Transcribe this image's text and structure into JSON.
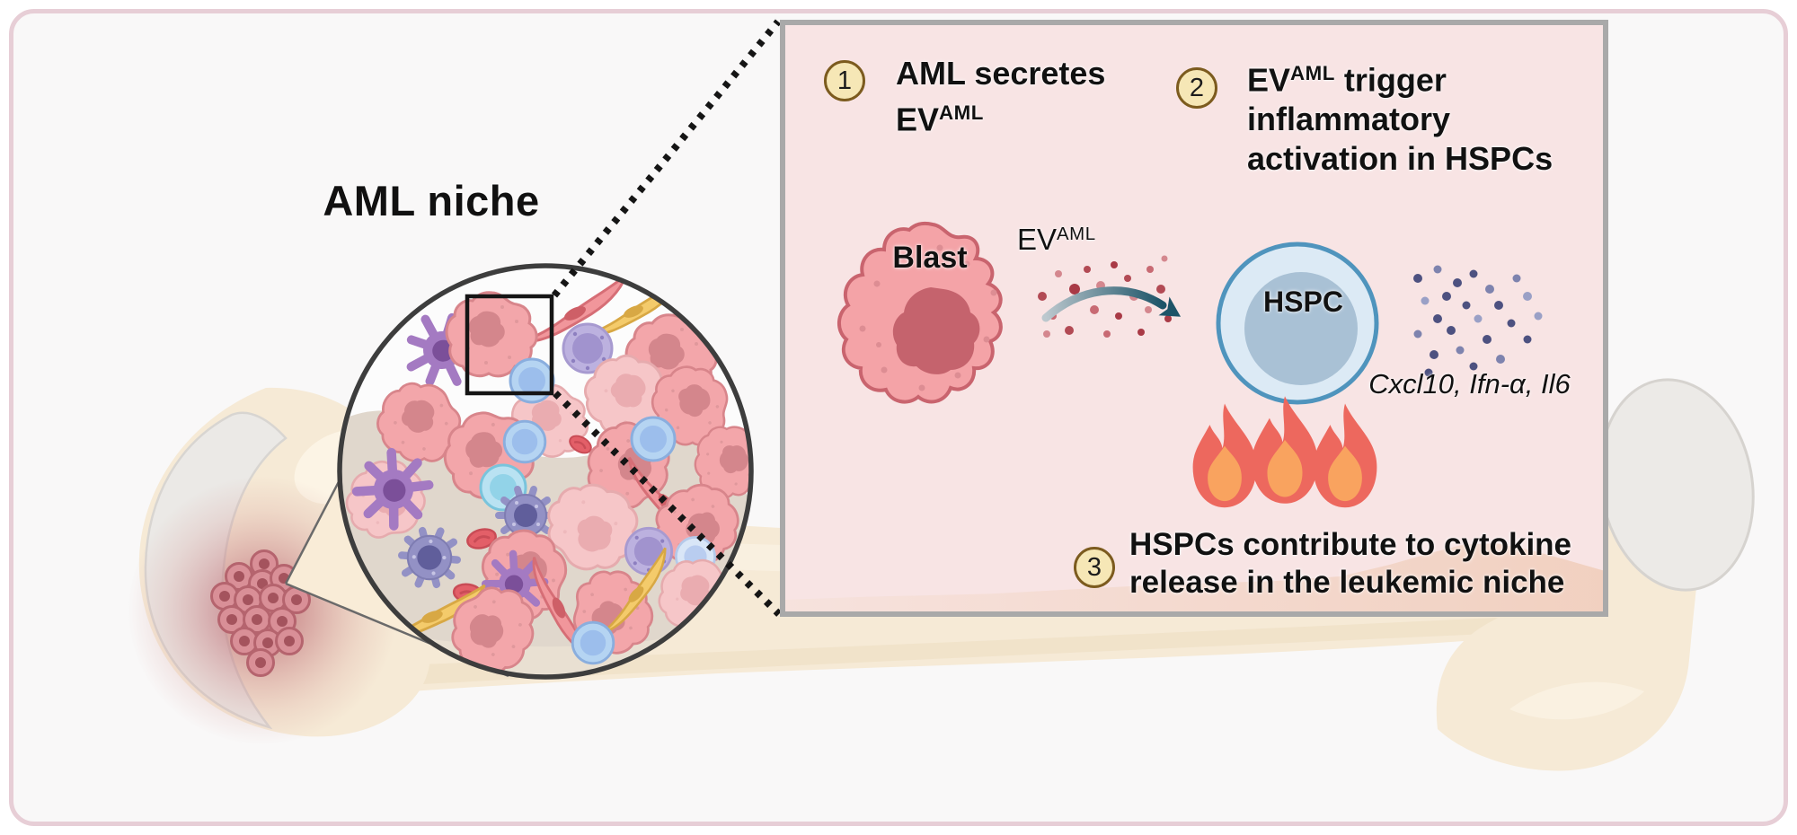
{
  "figure": {
    "title": "AML niche",
    "panel": {
      "steps": [
        {
          "number": "1",
          "pre": "AML secretes",
          "ev": "EV",
          "sup": "AML",
          "post": ""
        },
        {
          "number": "2",
          "pre": "",
          "ev": "EV",
          "sup": "AML",
          "post": " trigger inflammatory activation in HSPCs"
        },
        {
          "number": "3",
          "text": "HSPCs contribute to cytokine release in the leukemic niche"
        }
      ],
      "blast_label": "Blast",
      "ev_label": {
        "base": "EV",
        "sup": "AML"
      },
      "hspc_label": "HSPC",
      "cytokines_label": "Cxcl10, Ifn-α, Il6"
    },
    "icons": {
      "flame": "flame-icon",
      "arrow": "transfer-arrow-icon",
      "magnifier_circle": "magnified-niche-circle",
      "zoom_box": "zoom-source-box"
    },
    "colors": {
      "frame_border": "#e7ced6",
      "panel_bg": "#f8e4e4",
      "panel_border": "#a9a9a9",
      "badge_bg": "#f6e7b6",
      "badge_border": "#7c5b1e",
      "text": "#111111",
      "flame_red": "#ed685e",
      "flame_orange": "#f9a35f",
      "arrow_teal": "#1d5468",
      "hspc_fill": "#dceaf5",
      "hspc_stroke": "#4f94bd",
      "blast_fill": "#f4a3a7",
      "blast_stroke": "#c9646e",
      "ev_dot": "#b24a54",
      "cytokine_dot": "#4d5180",
      "bone_cream": "#f6ead6",
      "niche_tan": "#ddd3c6"
    }
  }
}
